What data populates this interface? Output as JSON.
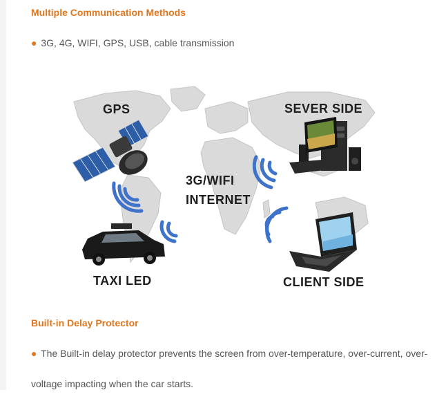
{
  "section1": {
    "heading": "Multiple Communication Methods",
    "bullet_icon": "●",
    "text": "3G, 4G, WIFI, GPS, USB, cable transmission"
  },
  "figure": {
    "labels": {
      "gps": "GPS",
      "server": "SEVER SIDE",
      "internet_line1": "3G/WIFI",
      "internet_line2": "INTERNET",
      "taxi": "TAXI LED",
      "client": "CLIENT SIDE"
    }
  },
  "section2": {
    "heading": "Built-in Delay Protector",
    "bullet_icon": "●",
    "text_line1": "The Built-in delay protector prevents the screen from over-temperature, over-current, over-",
    "text_line2": "voltage impacting when the car starts."
  },
  "colors": {
    "heading": "#e0771f",
    "body_text": "#555555",
    "wifi_blue": "#3f73c9"
  }
}
